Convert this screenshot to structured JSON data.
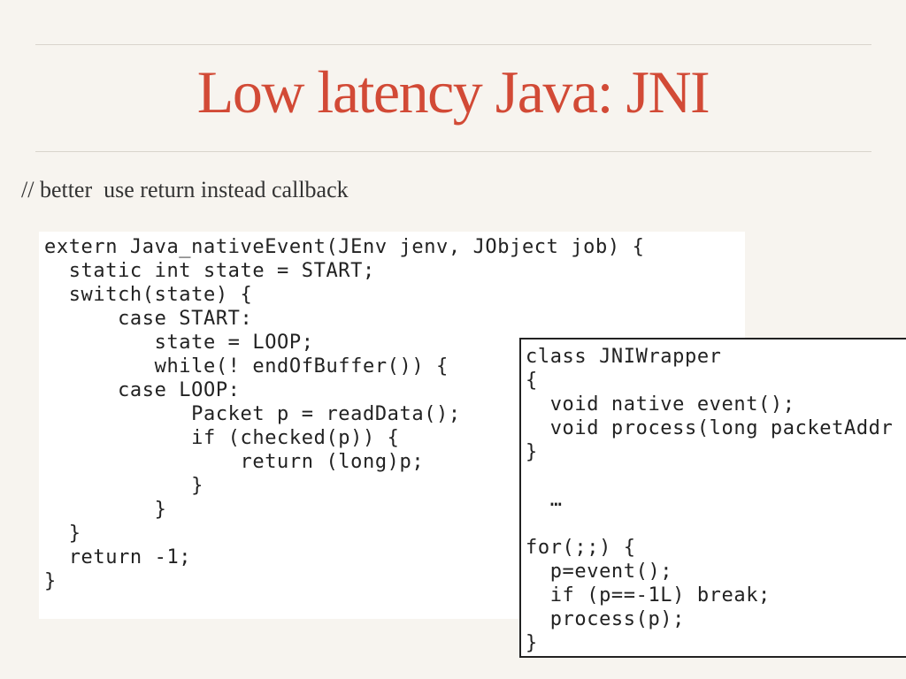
{
  "slide": {
    "title": "Low latency Java: JNI",
    "comment": "// better  use return instead callback"
  },
  "code_native": {
    "text": "extern Java_nativeEvent(JEnv jenv, JObject job) {\n  static int state = START;\n  switch(state) {\n      case START:\n         state = LOOP;\n         while(! endOfBuffer()) {\n      case LOOP:\n            Packet p = readData();\n            if (checked(p)) {\n                return (long)p;\n            }\n         }\n  }\n  return -1;\n}"
  },
  "code_java": {
    "text": "class JNIWrapper\n{\n  void native event();\n  void process(long packetAddr\n}\n\n  …\n\nfor(;;) {\n  p=event();\n  if (p==-1L) break;\n  process(p);\n}"
  }
}
